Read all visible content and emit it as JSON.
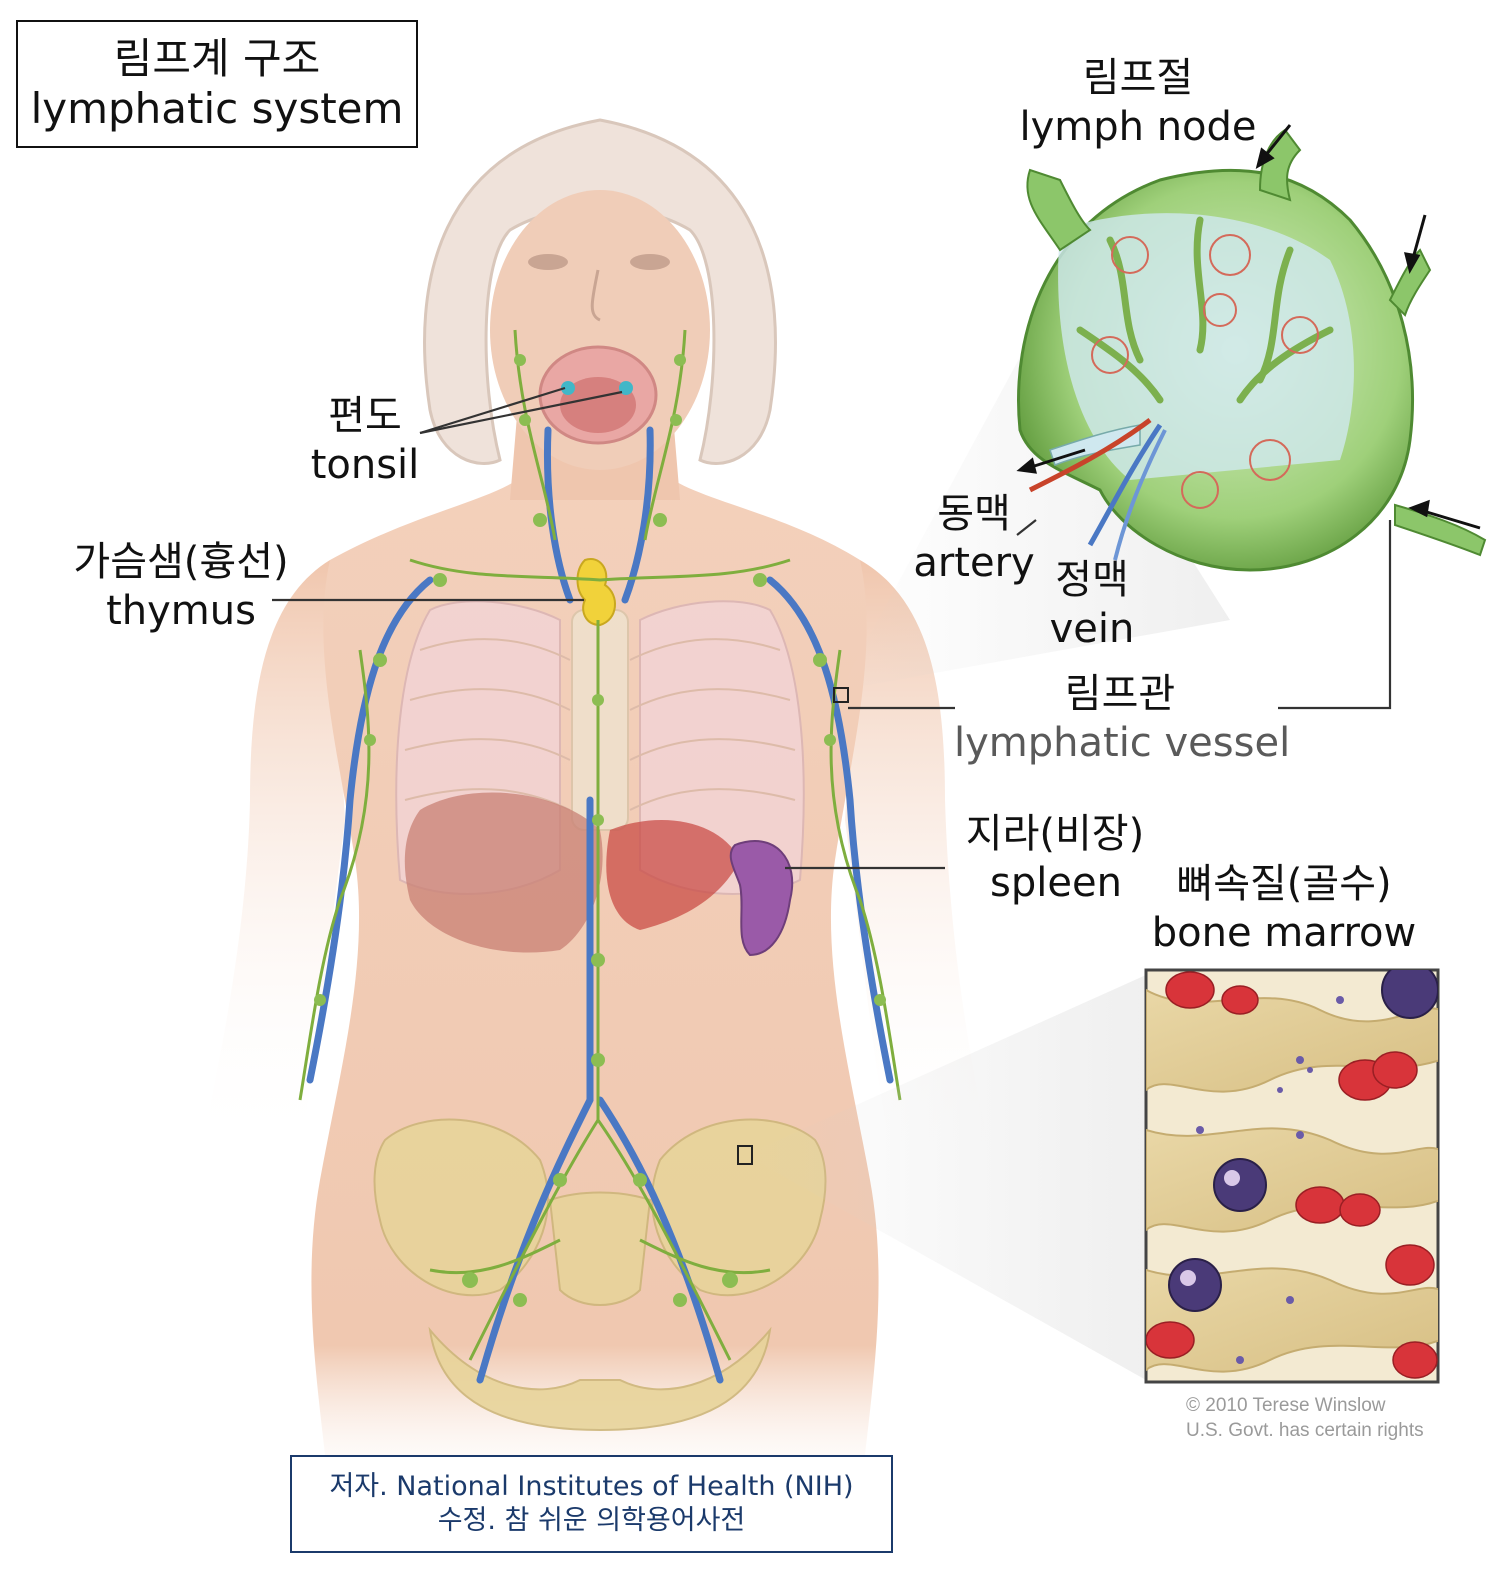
{
  "title": {
    "ko": "림프계 구조",
    "en": "lymphatic system"
  },
  "labels": {
    "lymph_node": {
      "ko": "림프절",
      "en": "lymph node"
    },
    "tonsil": {
      "ko": "편도",
      "en": "tonsil"
    },
    "thymus": {
      "ko": "가슴샘(흉선)",
      "en": "thymus"
    },
    "artery": {
      "ko": "동맥",
      "en": "artery"
    },
    "vein": {
      "ko": "정맥",
      "en": "vein"
    },
    "lymphatic_vessel": {
      "ko": "림프관",
      "en": "lymphatic vessel"
    },
    "spleen": {
      "ko": "지라(비장)",
      "en": "spleen"
    },
    "bone_marrow": {
      "ko": "뼈속질(골수)",
      "en": "bone marrow"
    }
  },
  "credit": {
    "line1": "저자. National Institutes of Health (NIH)",
    "line2": "수정. 참 쉬운 의학용어사전"
  },
  "copyright": {
    "line1": "© 2010 Terese Winslow",
    "line2": "U.S. Govt. has certain rights"
  },
  "colors": {
    "skin": "#f2cdb6",
    "lymph": "#7fae3e",
    "vein": "#4a78c4",
    "artery": "#c8432a",
    "node": "#8cc66a",
    "bone": "#e8d49a",
    "spleen": "#9a5aa8",
    "thymus": "#f1d23a"
  }
}
